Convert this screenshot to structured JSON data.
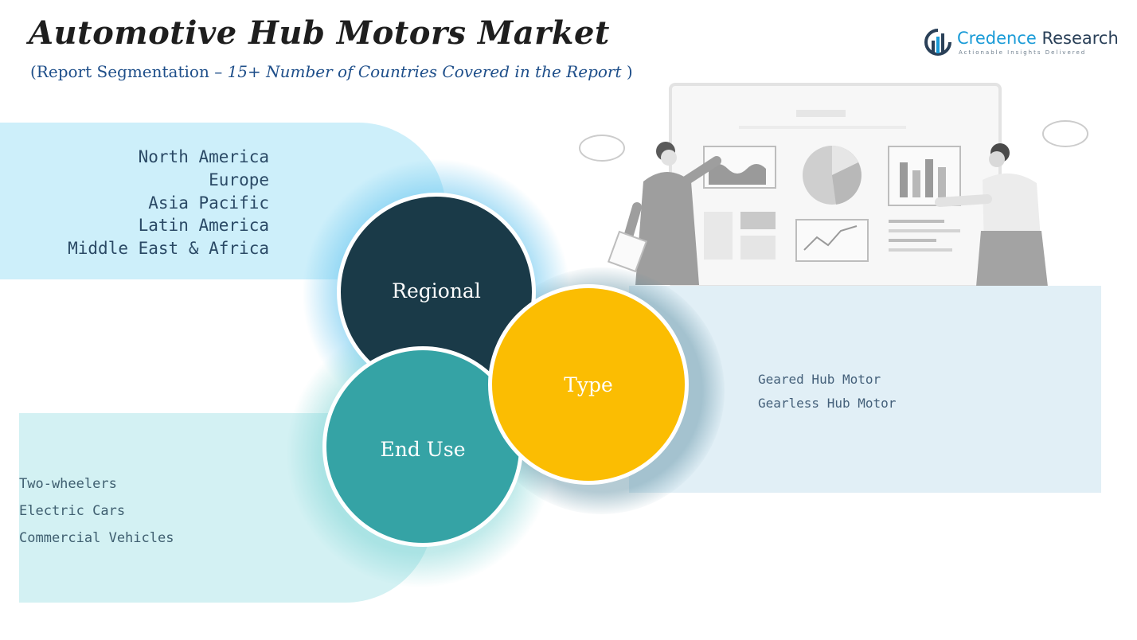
{
  "header": {
    "title": "Automotive Hub Motors Market",
    "subtitle_prefix": "(Report Segmentation – ",
    "subtitle_emphasis": "15+ Number of Countries Covered in the Report",
    "subtitle_suffix": ")"
  },
  "logo": {
    "name_accent": "Credence",
    "name_rest": " Research",
    "tagline": "Actionable Insights Delivered"
  },
  "segments": {
    "regional": {
      "label": "Regional",
      "color": "#1a3a48",
      "items": [
        "North America",
        "Europe",
        "Asia Pacific",
        "Latin America",
        "Middle East & Africa"
      ]
    },
    "type": {
      "label": "Type",
      "color": "#fbbd02",
      "items": [
        "Geared Hub Motor",
        "Gearless Hub Motor"
      ]
    },
    "end_use": {
      "label": "End Use",
      "color": "#35a3a5",
      "items": [
        "Two-wheelers",
        "Electric Cars",
        "Commercial Vehicles"
      ]
    }
  }
}
